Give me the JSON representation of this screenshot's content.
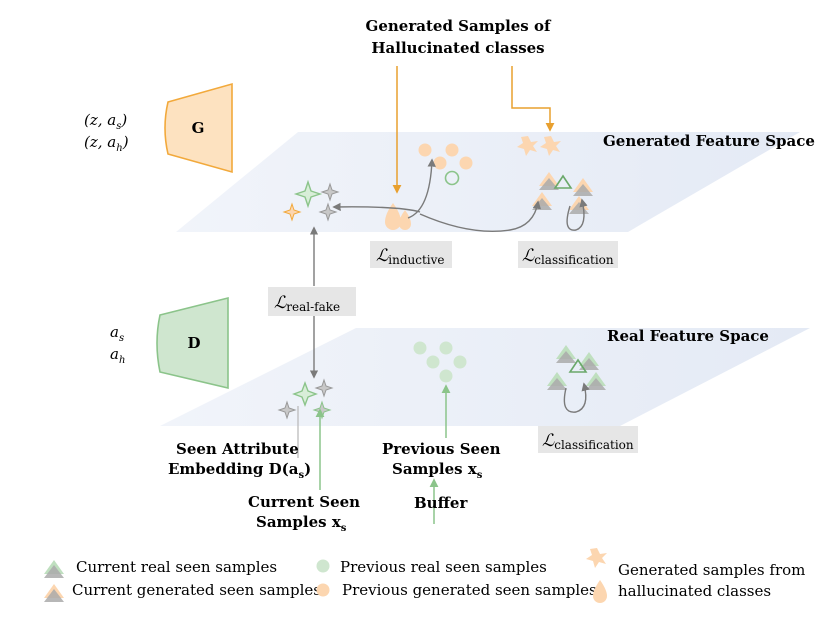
{
  "top_callout": {
    "line1": "Generated Samples of",
    "line2": "Hallucinated classes"
  },
  "generator": {
    "label": "G",
    "input_line1": "(z, a",
    "input_line1_sub": "s",
    "input_line2": "(z, a",
    "input_line2_sub": "h",
    "close_paren": ")"
  },
  "discriminator": {
    "label": "D",
    "input_line1": "a",
    "input_line1_sub": "s",
    "input_line2": "a",
    "input_line2_sub": "h"
  },
  "planes": {
    "generated": "Generated Feature Space",
    "real": "Real Feature Space"
  },
  "losses": {
    "script_L": "ℒ",
    "inductive": "inductive",
    "classification_top": "classification",
    "classification_bottom": "classification",
    "real_fake": "real-fake"
  },
  "annotations": {
    "seen_attr_line1": "Seen Attribute",
    "seen_attr_line2": "Embedding D(a",
    "seen_attr_sub": "s",
    "seen_attr_close": ")",
    "current_line1": "Current Seen",
    "current_line2": "Samples x",
    "current_sub": "s",
    "previous_line1": "Previous Seen",
    "previous_line2": "Samples x",
    "previous_sub": "s",
    "buffer": "Buffer"
  },
  "legend": {
    "current_real": "Current real seen samples",
    "current_generated": "Current generated seen samples",
    "previous_real": "Previous real seen samples",
    "previous_generated": "Previous generated seen samples",
    "hallucinated_line1": "Generated samples from",
    "hallucinated_line2": "hallucinated classes"
  },
  "colors": {
    "orange": "#f2a93b",
    "orange_fill": "#fcd6b0",
    "green": "#8bc48a",
    "green_fill": "#cfe6cf",
    "gray": "#8a8a8a",
    "plane": "#e9eef7"
  }
}
